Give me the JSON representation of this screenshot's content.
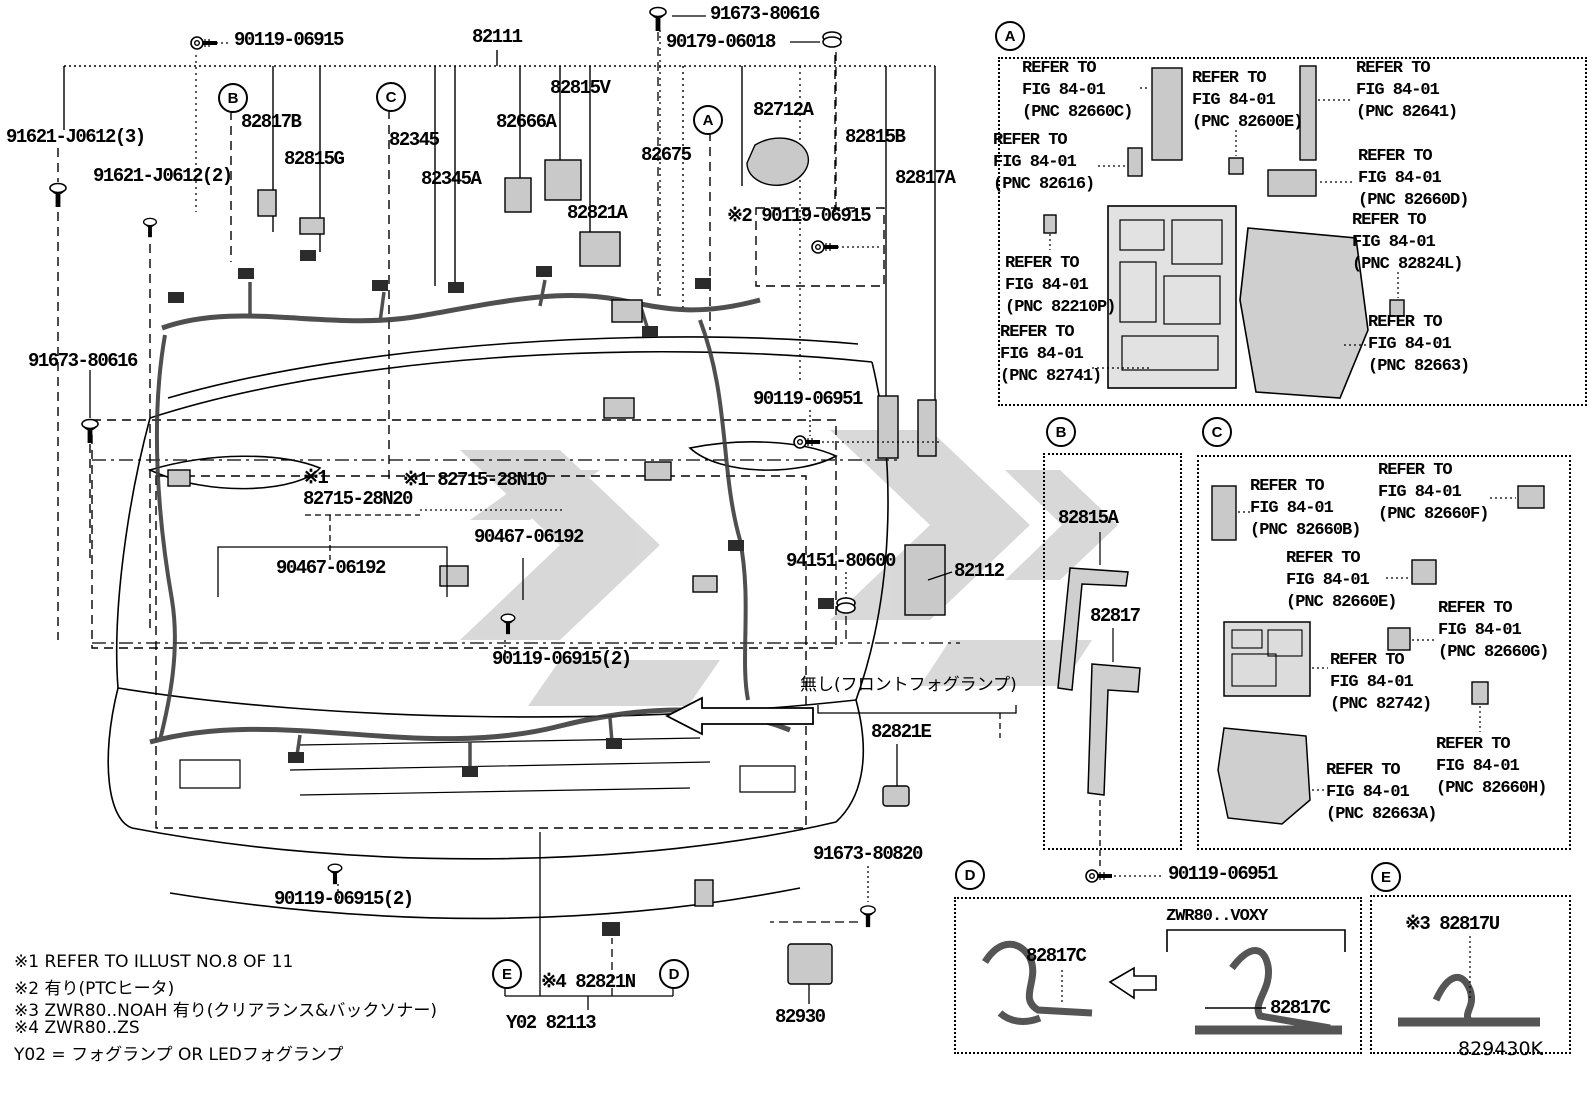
{
  "doc": {
    "code": "829430K"
  },
  "letters": {
    "A": "A",
    "B": "B",
    "C": "C",
    "D": "D",
    "E": "E"
  },
  "callouts": {
    "bolt_top": "90119-06915",
    "p82111": "82111",
    "screw_top": "91673-80616",
    "nut_top": "90179-06018",
    "j0612_3": "91621-J0612(3)",
    "j0612_2": "91621-J0612(2)",
    "p82817B": "82817B",
    "p82815G": "82815G",
    "p82345": "82345",
    "p82345A": "82345A",
    "p82666A": "82666A",
    "p82815V": "82815V",
    "p82821A": "82821A",
    "p82675": "82675",
    "p82712A": "82712A",
    "bolt_ptc": "※2 90119-06915",
    "p82815B": "82815B",
    "p82817A": "82817A",
    "screw_left": "91673-80616",
    "bolt_mid": "90119-06951",
    "clamp_28n20": "※1\n82715-28N20",
    "clamp_28n10": "※1 82715-28N10",
    "p90467_upper": "90467-06192",
    "p90467_lower": "90467-06192",
    "p94151": "94151-80600",
    "p82112": "82112",
    "bolt_915_2_mid": "90119-06915(2)",
    "no_foglamp": "無し(フロントフォグランプ)",
    "p82821E": "82821E",
    "screw_80820": "91673-80820",
    "bolt_915_2_btm": "90119-06915(2)",
    "p82821N": "※4 82821N",
    "y02_82113": "Y02 82113",
    "p82930": "82930",
    "bolt_btm": "90119-06951"
  },
  "insets": {
    "A": {
      "refs": [
        "REFER TO\nFIG 84-01\n(PNC 82660C)",
        "REFER TO\nFIG 84-01\n(PNC 82600E)",
        "REFER TO\nFIG 84-01\n(PNC 82641)",
        "REFER TO\nFIG 84-01\n(PNC 82616)",
        "REFER TO\nFIG 84-01\n(PNC 82660D)",
        "REFER TO\nFIG 84-01\n(PNC 82824L)",
        "REFER TO\nFIG 84-01\n(PNC 82210P)",
        "REFER TO\nFIG 84-01\n(PNC 82741)",
        "REFER TO\nFIG 84-01\n(PNC 82663)"
      ]
    },
    "B": {
      "parts": {
        "p82815A": "82815A",
        "p82817": "82817"
      }
    },
    "C": {
      "refs": [
        "REFER TO\nFIG 84-01\n(PNC 82660B)",
        "REFER TO\nFIG 84-01\n(PNC 82660F)",
        "REFER TO\nFIG 84-01\n(PNC 82660E)",
        "REFER TO\nFIG 84-01\n(PNC 82660G)",
        "REFER TO\nFIG 84-01\n(PNC 82742)",
        "REFER TO\nFIG 84-01\n(PNC 82660H)",
        "REFER TO\nFIG 84-01\n(PNC 82663A)"
      ]
    },
    "D": {
      "variant": "ZWR80..VOXY",
      "part_left": "82817C",
      "part_right": "82817C"
    },
    "E": {
      "part": "※3 82817U"
    }
  },
  "footnotes": [
    "※1 REFER TO ILLUST NO.8 OF 11",
    "※2 有り(PTCヒータ)",
    "※3 ZWR80..NOAH 有り(クリアランス&バックソナー)",
    "※4 ZWR80..ZS",
    "Y02 = フォグランプ OR LEDフォグランプ"
  ]
}
